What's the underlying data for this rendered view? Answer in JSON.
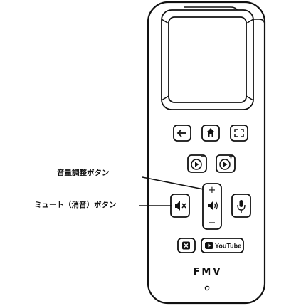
{
  "callouts": {
    "volume_label": "音量調整ボタン",
    "mute_label": "ミュート（消音）ボタン"
  },
  "remote": {
    "brand": "FMV",
    "youtube_label": "YouTube",
    "volume_plus": "+",
    "volume_minus": "−"
  },
  "icons": {
    "back": "arrow-left-icon",
    "home": "home-icon",
    "fullscreen": "fullscreen-icon",
    "rewind": "rewind-icon",
    "forward": "fast-forward-icon",
    "volume": "speaker-icon",
    "mute": "mute-icon",
    "mic": "microphone-icon",
    "close": "close-icon",
    "youtube": "youtube-icon",
    "led": "led-indicator-icon"
  },
  "colors": {
    "outline": "#111111",
    "background": "#ffffff"
  }
}
